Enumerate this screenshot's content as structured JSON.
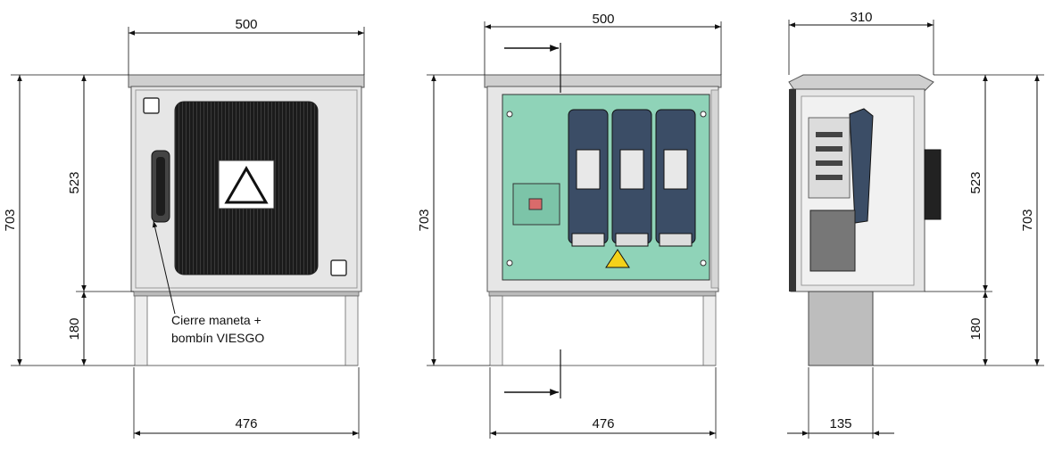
{
  "front_view": {
    "top_width": "500",
    "bottom_width": "476",
    "total_height": "703",
    "body_height": "523",
    "base_height": "180",
    "note_line1": "Cierre maneta +",
    "note_line2": "bombín VIESGO"
  },
  "open_view": {
    "top_width": "500",
    "bottom_width": "476",
    "total_height": "703"
  },
  "side_view": {
    "top_width": "310",
    "base_width": "135",
    "body_height": "523",
    "base_height": "180",
    "total_height": "703"
  },
  "colors": {
    "panel_green": "#8fd3b8",
    "window_dark": "#1b1b1b",
    "frame_grey": "#d8d8d8",
    "fuse_blue": "#3b4d66",
    "warning_yellow": "#f4d21a"
  }
}
